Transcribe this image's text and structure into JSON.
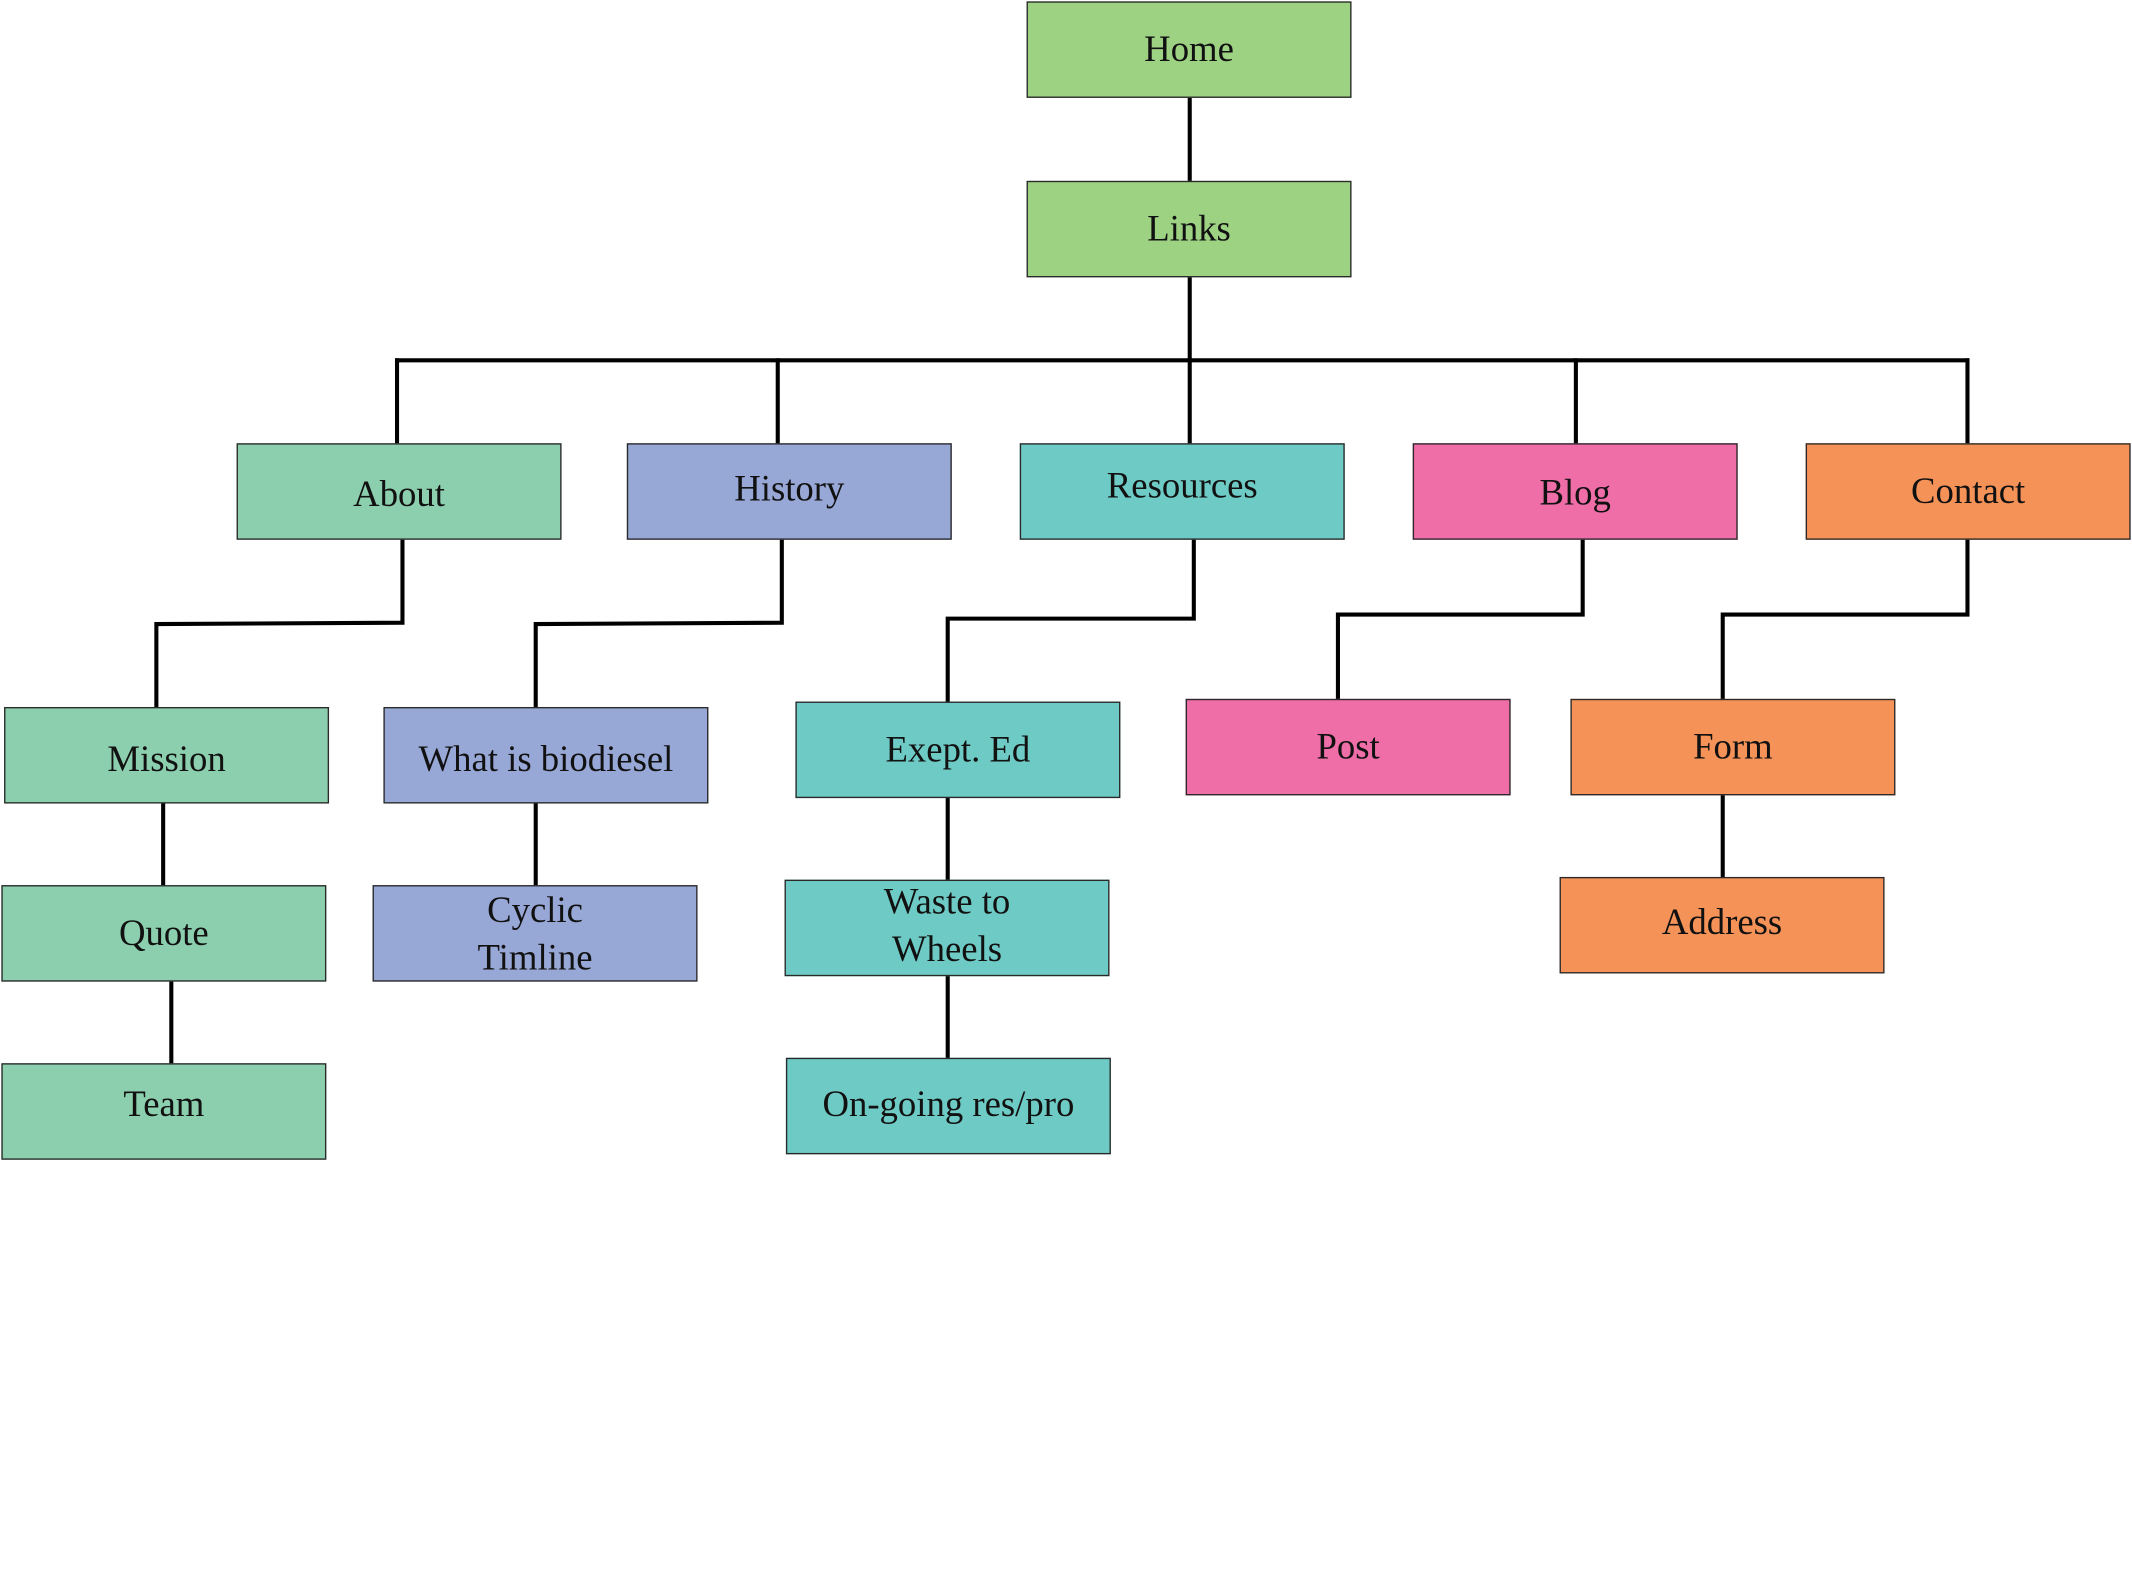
{
  "colors": {
    "root": "#9dd283",
    "about": "#8ccfae",
    "history": "#98a8d6",
    "resources": "#6ecac5",
    "blog": "#ef6ea8",
    "contact": "#f59258",
    "line": "#000000"
  },
  "nodes": {
    "home": {
      "label": "Home"
    },
    "links": {
      "label": "Links"
    },
    "about": {
      "label": "About"
    },
    "history": {
      "label": "History"
    },
    "resources": {
      "label": "Resources"
    },
    "blog": {
      "label": "Blog"
    },
    "contact": {
      "label": "Contact"
    },
    "mission": {
      "label": "Mission"
    },
    "quote": {
      "label": "Quote"
    },
    "team": {
      "label": "Team"
    },
    "biodiesel": {
      "label": "What is biodiesel"
    },
    "timeline": {
      "label": "Cyclic\nTimline"
    },
    "exept": {
      "label": "Exept. Ed"
    },
    "waste": {
      "label": "Waste to\nWheels"
    },
    "ongoing": {
      "label": "On-going res/pro"
    },
    "post": {
      "label": "Post"
    },
    "form": {
      "label": "Form"
    },
    "address": {
      "label": "Address"
    }
  },
  "edges": [
    [
      "home",
      "links"
    ],
    [
      "links",
      "about"
    ],
    [
      "links",
      "history"
    ],
    [
      "links",
      "resources"
    ],
    [
      "links",
      "blog"
    ],
    [
      "links",
      "contact"
    ],
    [
      "about",
      "mission"
    ],
    [
      "mission",
      "quote"
    ],
    [
      "quote",
      "team"
    ],
    [
      "history",
      "biodiesel"
    ],
    [
      "biodiesel",
      "timeline"
    ],
    [
      "resources",
      "exept"
    ],
    [
      "exept",
      "waste"
    ],
    [
      "waste",
      "ongoing"
    ],
    [
      "blog",
      "post"
    ],
    [
      "contact",
      "form"
    ],
    [
      "form",
      "address"
    ]
  ]
}
